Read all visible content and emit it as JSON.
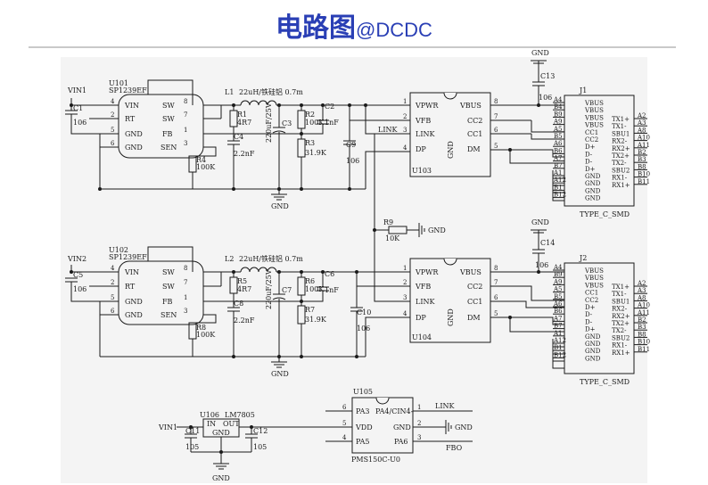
{
  "header": {
    "title_cn": "电路图",
    "title_suffix": "@DCDC"
  },
  "labels": {
    "vin1": "VIN1",
    "vin2": "VIN2",
    "c1": "C1",
    "c1v": "106",
    "c5": "C5",
    "c5v": "106",
    "u101": "U101",
    "u101p": "SP1239EF",
    "u102": "U102",
    "u102p": "SP1239EF",
    "vin": "VIN",
    "rt": "RT",
    "gnd": "GND",
    "sw": "SW",
    "fb": "FB",
    "sen": "SEN",
    "l1": "L1",
    "l1v": "22uH/铁硅铝 0.7m",
    "l2": "L2",
    "l2v": "22uH/铁硅铝 0.7m",
    "r1": "R1",
    "r1v": "4R7",
    "c4": "C4",
    "c4v": "2.2nF",
    "c3": "C3",
    "c3v": "220uF/25V",
    "r2": "R2",
    "r2v": "100K",
    "r3": "R3",
    "r3v": "31.9K",
    "c2": "C2",
    "c2v": "1nF",
    "c9": "C9",
    "c9v": "106",
    "r4": "R4",
    "r4v": "100K",
    "r5": "R5",
    "r5v": "4R7",
    "c8": "C8",
    "c8v": "2.2nF",
    "c7": "C7",
    "c7v": "220uF/25V",
    "r6": "R6",
    "r6v": "100K",
    "r7": "R7",
    "r7v": "31.9K",
    "c6": "C6",
    "c6v": "1nF",
    "c10": "C10",
    "c10v": "106",
    "r8": "R8",
    "r8v": "100K",
    "netgnd": "GND",
    "link": "LINK",
    "vpwr": "VPWR",
    "vfb": "VFB",
    "dp": "DP",
    "vbus": "VBUS",
    "cc2": "CC2",
    "cc1": "CC1",
    "dm": "DM",
    "u103": "U103",
    "u104": "U104",
    "r9": "R9",
    "r9v": "10K",
    "c13": "C13",
    "c13v": "106",
    "c14": "C14",
    "c14v": "106",
    "j1": "J1",
    "j2": "J2",
    "typec": "TYPE_C_SMD",
    "u105": "U105",
    "u105p": "PMS150C-U0",
    "pa3": "PA3",
    "pa4": "PA4/CIN4-",
    "vdd": "VDD",
    "pa5": "PA5",
    "pa6": "PA6",
    "fbo": "FBO",
    "u106": "U106",
    "u106p": "LM7805",
    "in": "IN",
    "out": "OUT",
    "c11": "C11",
    "c11v": "105",
    "c12": "C12",
    "c12v": "105"
  },
  "conn_left": [
    [
      "A4",
      "VBUS"
    ],
    [
      "B4",
      "VBUS"
    ],
    [
      "B9",
      "VBUS"
    ],
    [
      "A9",
      "VBUS"
    ],
    [
      "A5",
      "CC1"
    ],
    [
      "B5",
      "CC2"
    ],
    [
      "A6",
      "D+"
    ],
    [
      "B6",
      "D-"
    ],
    [
      "A7",
      "D-"
    ],
    [
      "B7",
      "D+"
    ],
    [
      "A1",
      "GND"
    ],
    [
      "A12",
      "GND"
    ],
    [
      "B1",
      "GND"
    ],
    [
      "B12",
      "GND"
    ]
  ],
  "conn_right": [
    [
      "A2",
      "TX1+"
    ],
    [
      "A3",
      "TX1-"
    ],
    [
      "A8",
      "SBU1"
    ],
    [
      "A10",
      "RX2-"
    ],
    [
      "A11",
      "RX2+"
    ],
    [
      "B2",
      "TX2+"
    ],
    [
      "B3",
      "TX2-"
    ],
    [
      "B8",
      "SBU2"
    ],
    [
      "B10",
      "RX1-"
    ],
    [
      "B11",
      "RX1+"
    ]
  ],
  "conn2_left": [
    [
      "A4",
      "VBUS"
    ],
    [
      "B9",
      "VBUS"
    ],
    [
      "A9",
      "VBUS"
    ],
    [
      "A5",
      "CC1"
    ],
    [
      "B5",
      "CC2"
    ],
    [
      "A6",
      "D+"
    ],
    [
      "B6",
      "D-"
    ],
    [
      "A7",
      "D-"
    ],
    [
      "B7",
      "D+"
    ],
    [
      "A1",
      "GND"
    ],
    [
      "A12",
      "GND"
    ],
    [
      "B1",
      "GND"
    ],
    [
      "B12",
      "GND"
    ]
  ],
  "conn2_right": [
    [
      "A2",
      "TX1+"
    ],
    [
      "A3",
      "TX1-"
    ],
    [
      "A8",
      "SBU1"
    ],
    [
      "A10",
      "RX2-"
    ],
    [
      "A11",
      "RX2+"
    ],
    [
      "B2",
      "TX2+"
    ],
    [
      "B3",
      "TX2-"
    ],
    [
      "B8",
      "SBU2"
    ],
    [
      "B10",
      "RX1-"
    ],
    [
      "B11",
      "RX1+"
    ]
  ]
}
